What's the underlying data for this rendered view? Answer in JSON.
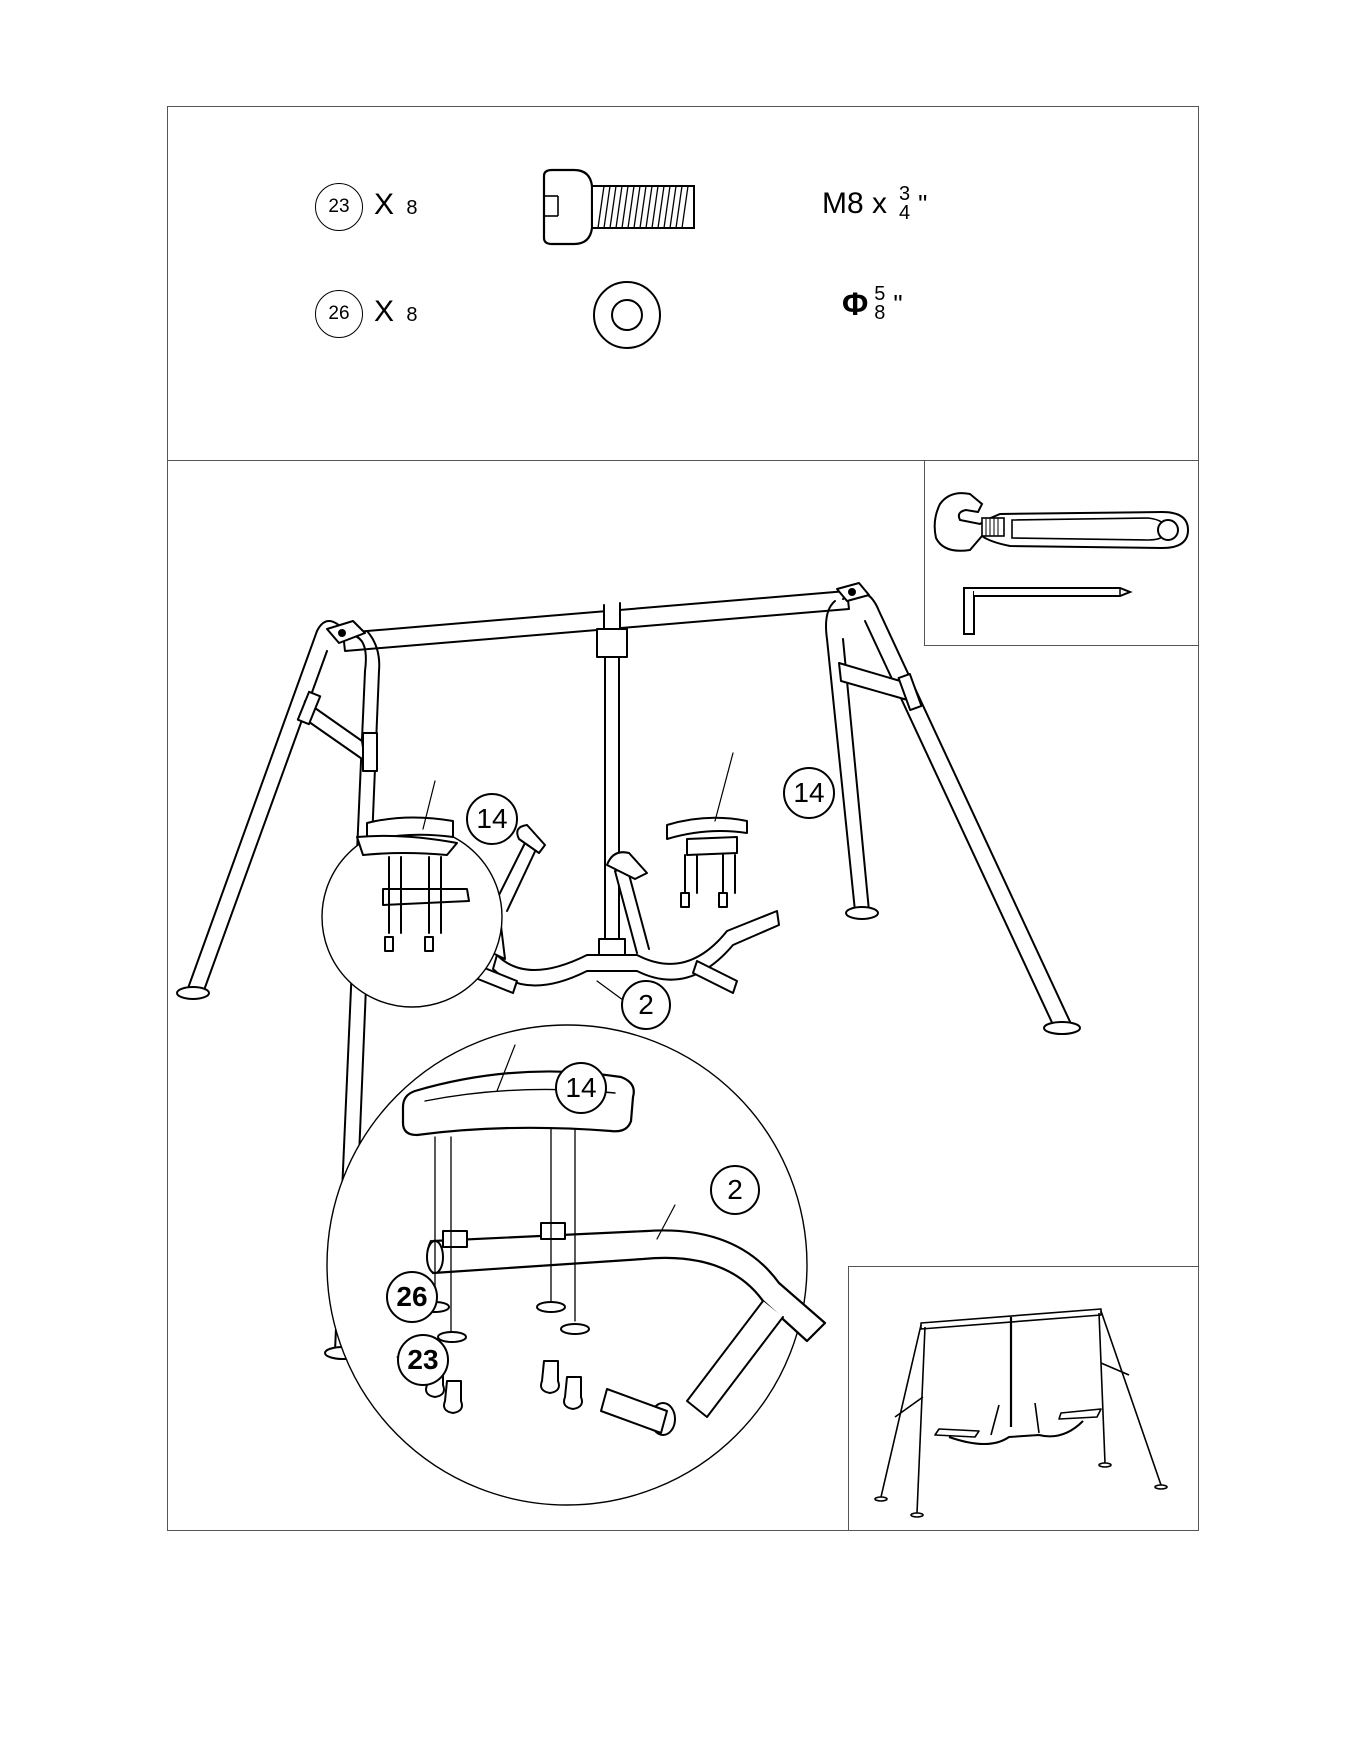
{
  "hardware": [
    {
      "part": "23",
      "qty_prefix": "X",
      "qty": "8",
      "icon": "bolt-icon",
      "spec_main": "M8 x",
      "spec_num": "3",
      "spec_den": "4",
      "spec_unit": "\""
    },
    {
      "part": "26",
      "qty_prefix": "X",
      "qty": "8",
      "icon": "washer-icon",
      "spec_main": "Φ",
      "spec_num": "5",
      "spec_den": "8",
      "spec_unit": "\""
    }
  ],
  "tools": [
    "adjustable-wrench-icon",
    "allen-key-icon"
  ],
  "callouts": {
    "seat_left": "14",
    "seat_right": "14",
    "seesaw_bar": "2",
    "zoom_seat": "14",
    "zoom_bar": "2",
    "zoom_washer": "26",
    "zoom_bolt": "23"
  }
}
